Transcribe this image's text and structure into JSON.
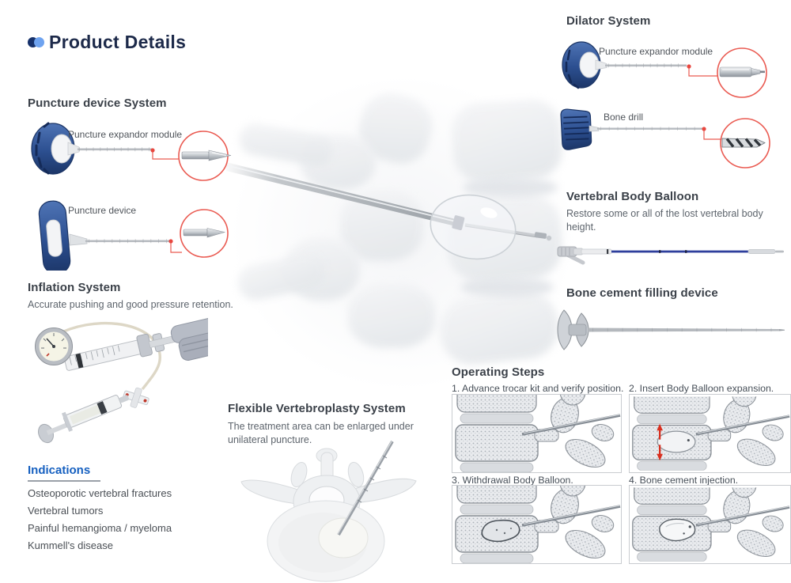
{
  "header": {
    "title": "Product Details"
  },
  "sections": {
    "puncture_device_system": {
      "heading": "Puncture device System",
      "label_expandor": "Puncture expandor module",
      "label_device": "Puncture device"
    },
    "inflation_system": {
      "heading": "Inflation System",
      "description": "Accurate pushing and good pressure retention."
    },
    "indications": {
      "heading": "Indications",
      "items": [
        "Osteoporotic vertebral fractures",
        "Vertebral tumors",
        "Painful hemangioma / myeloma",
        "Kummell's disease"
      ]
    },
    "dilator_system": {
      "heading": "Dilator System",
      "label_expandor": "Puncture expandor module",
      "label_bone_drill": "Bone drill"
    },
    "vertebral_body_balloon": {
      "heading": "Vertebral Body Balloon",
      "description": "Restore some or all of the lost vertebral body height."
    },
    "bone_cement_filling_device": {
      "heading": "Bone cement filling device"
    },
    "flexible_vertebroplasty_system": {
      "heading": "Flexible Vertebroplasty System",
      "description": "The treatment area can be enlarged under unilateral puncture."
    },
    "operating_steps": {
      "heading": "Operating Steps",
      "steps": [
        {
          "label": "1. Advance trocar kit and verify position."
        },
        {
          "label": "2. Insert Body Balloon expansion."
        },
        {
          "label": "3. Withdrawal Body Balloon."
        },
        {
          "label": "4. Bone cement injection."
        }
      ]
    }
  },
  "colors": {
    "title_navy": "#1d2a4a",
    "heading_gray": "#3b4149",
    "indications_blue": "#1660c0",
    "device_handle_blue": "#2c4f90",
    "magnifier_red": "#ea5b52",
    "balloon_catheter_blue": "#2e3f9c",
    "step_arrow_red": "#d92f1f"
  }
}
